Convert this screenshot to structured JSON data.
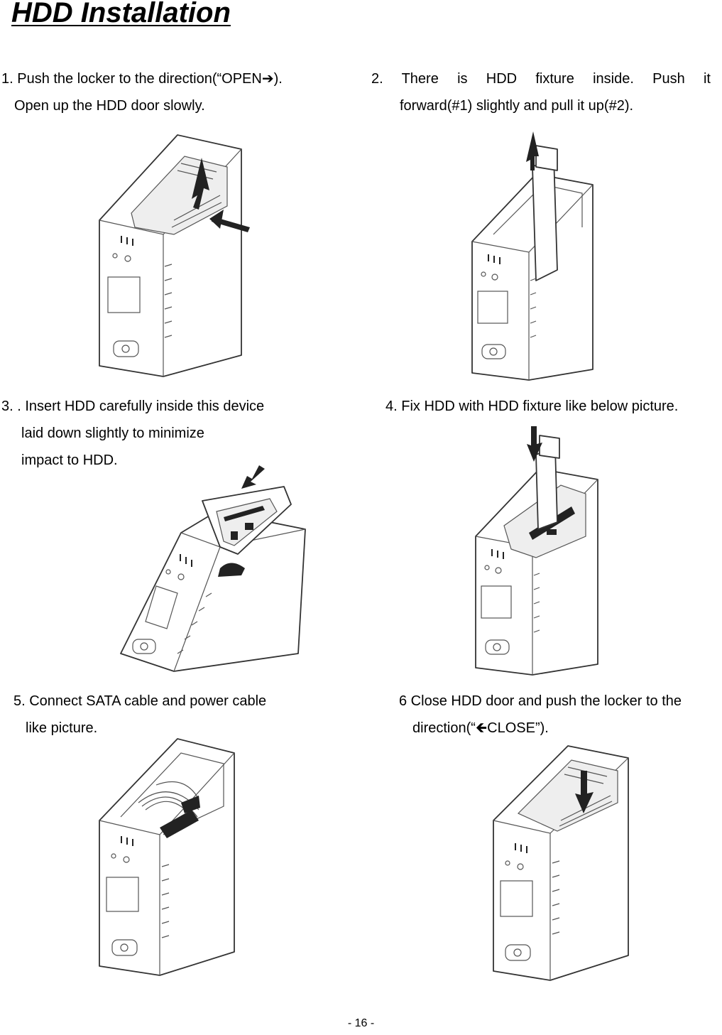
{
  "page": {
    "title": "HDD Installation",
    "footer": "- 16 -"
  },
  "steps": [
    {
      "lines": [
        "1. Push the locker to the direction(“OPEN➔).",
        "Open up the HDD door slowly."
      ]
    },
    {
      "lines": [
        "2.  There  is  HDD  fixture  inside.  Push  it",
        "forward(#1) slightly and pull it up(#2)."
      ]
    },
    {
      "lines": [
        "3. . Insert HDD carefully inside this device",
        "laid down slightly to minimize",
        "impact to HDD."
      ]
    },
    {
      "lines": [
        "4. Fix HDD with HDD fixture like below picture."
      ]
    },
    {
      "lines": [
        "5. Connect SATA cable and power cable",
        "like picture."
      ]
    },
    {
      "lines": [
        "6 Close HDD door and push the locker to the",
        "direction(“🡸CLOSE”)."
      ]
    }
  ],
  "figures": {
    "fig1": "enclosure-door-open-arrow",
    "fig2": "fixture-pull-up",
    "fig3": "hdd-insert-tilted",
    "fig4": "hdd-fixed",
    "fig5": "cables-connected",
    "fig6": "door-closed"
  }
}
